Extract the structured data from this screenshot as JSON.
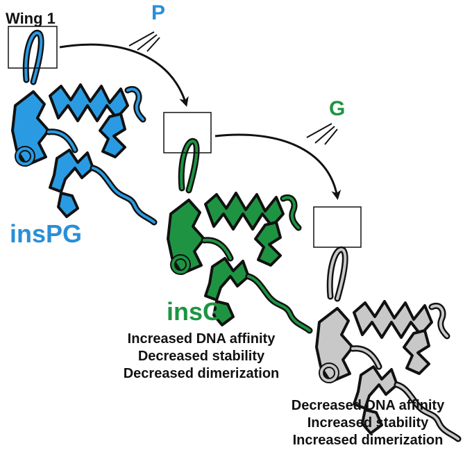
{
  "labels": {
    "wing": "Wing 1",
    "p": "P",
    "g": "G",
    "inspg": "insPG",
    "insg": "insG"
  },
  "insg_effects": [
    "Increased DNA affinity",
    "Decreased stability",
    "Decreased dimerization"
  ],
  "final_effects": [
    "Decreased DNA affinity",
    "Increased stability",
    "Increased dimerization"
  ],
  "colors": {
    "inspg": "#2a9be3",
    "insg": "#1e9442",
    "final": "#c8c8c8",
    "outline": "#111111"
  }
}
